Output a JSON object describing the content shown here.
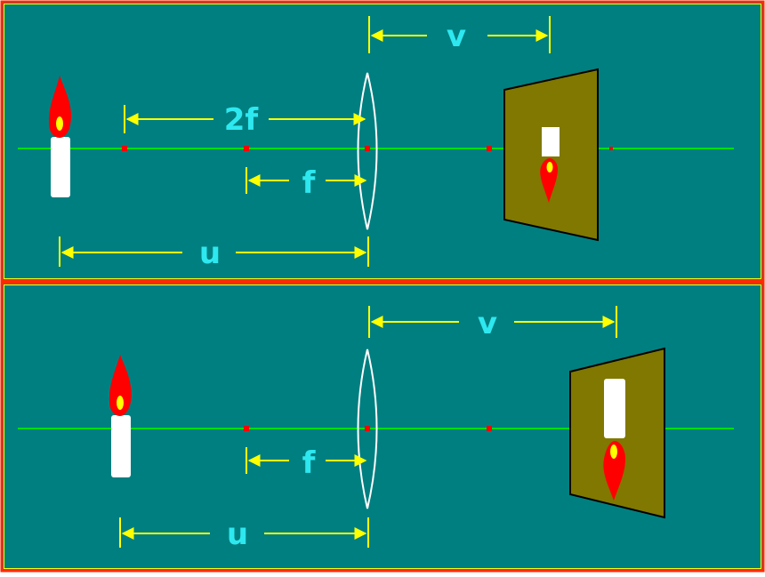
{
  "colors": {
    "background": "#007f80",
    "border": "#ff2a00",
    "border_inner": "#ffff00",
    "axis": "#00e000",
    "dimension": "#ffff00",
    "label": "#2ee8f0",
    "focal_point": "#ff0000",
    "lens": "#ffffff",
    "screen": "#807800",
    "candle": "#ffffff",
    "flame": "#ff0000",
    "flame_core": "#ffff00"
  },
  "panels": [
    {
      "labels": {
        "v": "v",
        "two_f": "2f",
        "f": "f",
        "u": "u"
      }
    },
    {
      "labels": {
        "v": "v",
        "f": "f",
        "u": "u"
      }
    }
  ]
}
